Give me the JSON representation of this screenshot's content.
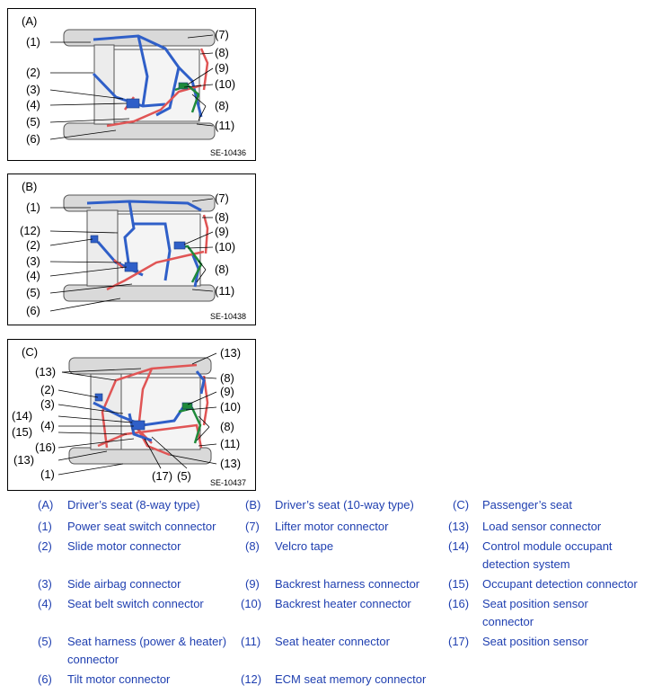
{
  "panels": [
    {
      "id": "A",
      "tag": "(A)",
      "code": "SE-10436",
      "callouts": [
        {
          "key": "1",
          "text": "(1)"
        },
        {
          "key": "2",
          "text": "(2)"
        },
        {
          "key": "3",
          "text": "(3)"
        },
        {
          "key": "4",
          "text": "(4)"
        },
        {
          "key": "5",
          "text": "(5)"
        },
        {
          "key": "6",
          "text": "(6)"
        },
        {
          "key": "7",
          "text": "(7)"
        },
        {
          "key": "8a",
          "text": "(8)"
        },
        {
          "key": "9",
          "text": "(9)"
        },
        {
          "key": "10",
          "text": "(10)"
        },
        {
          "key": "8b",
          "text": "(8)"
        },
        {
          "key": "11",
          "text": "(11)"
        }
      ]
    },
    {
      "id": "B",
      "tag": "(B)",
      "code": "SE-10438",
      "callouts": [
        {
          "key": "1",
          "text": "(1)"
        },
        {
          "key": "12",
          "text": "(12)"
        },
        {
          "key": "2",
          "text": "(2)"
        },
        {
          "key": "3",
          "text": "(3)"
        },
        {
          "key": "4",
          "text": "(4)"
        },
        {
          "key": "5",
          "text": "(5)"
        },
        {
          "key": "6",
          "text": "(6)"
        },
        {
          "key": "7",
          "text": "(7)"
        },
        {
          "key": "8a",
          "text": "(8)"
        },
        {
          "key": "9",
          "text": "(9)"
        },
        {
          "key": "10",
          "text": "(10)"
        },
        {
          "key": "8b",
          "text": "(8)"
        },
        {
          "key": "11",
          "text": "(11)"
        }
      ]
    },
    {
      "id": "C",
      "tag": "(C)",
      "code": "SE-10437",
      "callouts": [
        {
          "key": "13a",
          "text": "(13)"
        },
        {
          "key": "2",
          "text": "(2)"
        },
        {
          "key": "3",
          "text": "(3)"
        },
        {
          "key": "14",
          "text": "(14)"
        },
        {
          "key": "4",
          "text": "(4)"
        },
        {
          "key": "15",
          "text": "(15)"
        },
        {
          "key": "16",
          "text": "(16)"
        },
        {
          "key": "13b",
          "text": "(13)"
        },
        {
          "key": "1",
          "text": "(1)"
        },
        {
          "key": "17",
          "text": "(17)"
        },
        {
          "key": "5",
          "text": "(5)"
        },
        {
          "key": "13c",
          "text": "(13)"
        },
        {
          "key": "8a",
          "text": "(8)"
        },
        {
          "key": "9",
          "text": "(9)"
        },
        {
          "key": "10",
          "text": "(10)"
        },
        {
          "key": "8b",
          "text": "(8)"
        },
        {
          "key": "11",
          "text": "(11)"
        },
        {
          "key": "13d",
          "text": "(13)"
        }
      ]
    }
  ],
  "legend": [
    {
      "num": "(A)",
      "text": "Driver’s seat (8-way type)"
    },
    {
      "num": "(1)",
      "text": "Power seat switch connector"
    },
    {
      "num": "(2)",
      "text": "Slide motor connector"
    },
    {
      "num": "(3)",
      "text": "Side airbag connector"
    },
    {
      "num": "(4)",
      "text": "Seat belt switch connector"
    },
    {
      "num": "(5)",
      "text": "Seat harness (power & heater) connector"
    },
    {
      "num": "(6)",
      "text": "Tilt motor connector"
    },
    {
      "num": "(B)",
      "text": "Driver’s seat (10-way type)"
    },
    {
      "num": "(7)",
      "text": "Lifter motor connector"
    },
    {
      "num": "(8)",
      "text": "Velcro tape"
    },
    {
      "num": "(9)",
      "text": "Backrest harness connector"
    },
    {
      "num": "(10)",
      "text": "Backrest heater connector"
    },
    {
      "num": "(11)",
      "text": "Seat heater connector"
    },
    {
      "num": "(12)",
      "text": "ECM seat memory connector"
    },
    {
      "num": "(C)",
      "text": "Passenger’s seat"
    },
    {
      "num": "(13)",
      "text": "Load sensor connector"
    },
    {
      "num": "(14)",
      "text": "Control module occupant detection system"
    },
    {
      "num": "(15)",
      "text": "Occupant detection connector"
    },
    {
      "num": "(16)",
      "text": "Seat position sensor connector"
    },
    {
      "num": "(17)",
      "text": "Seat position sensor"
    }
  ],
  "colors": {
    "harness_blue": "#2f5fc8",
    "harness_red": "#e05555",
    "harness_green": "#1f8a3a",
    "frame": "#555555",
    "legend_text": "#1f3fb0"
  }
}
